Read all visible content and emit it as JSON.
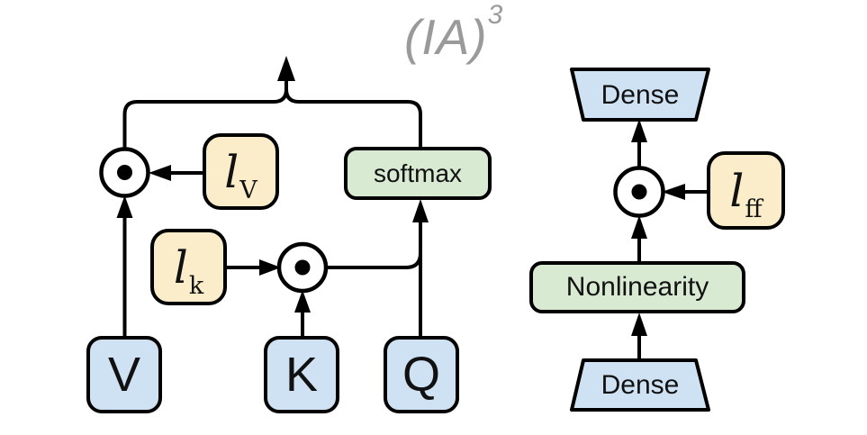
{
  "title": {
    "base": "(IA)",
    "sup": "3"
  },
  "colors": {
    "box_blue": "#cfe2f3",
    "box_green": "#d9ead3",
    "box_tan": "#fbedca",
    "line_black": "#000000",
    "title_gray": "#9a9a9a"
  },
  "attention": {
    "inputs": [
      {
        "label": "V"
      },
      {
        "label": "K"
      },
      {
        "label": "Q"
      }
    ],
    "softmax_label": "softmax",
    "lv": {
      "base": "l",
      "sub": "V"
    },
    "lk": {
      "base": "l",
      "sub": "k"
    },
    "product_symbol": "⊙"
  },
  "ffn": {
    "dense_top_label": "Dense",
    "nonlinearity_label": "Nonlinearity",
    "dense_bottom_label": "Dense",
    "lff": {
      "base": "l",
      "sub": "ff"
    },
    "product_symbol": "⊙"
  }
}
